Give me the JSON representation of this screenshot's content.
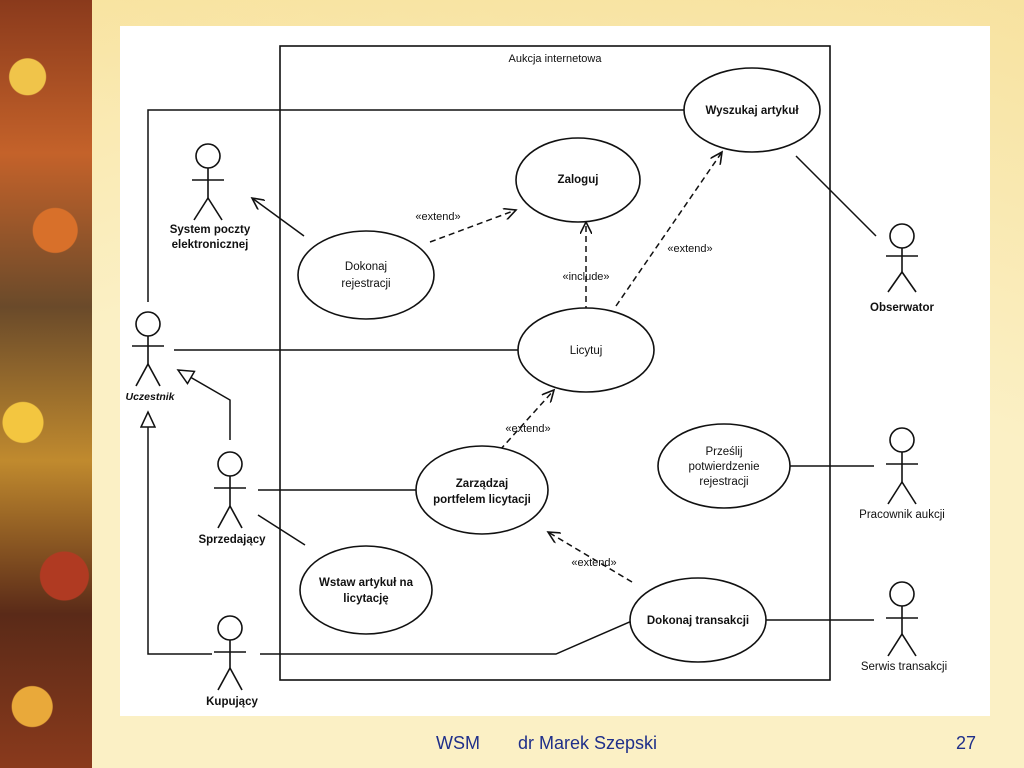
{
  "diagram": {
    "system_title": "Aukcja internetowa",
    "actors": {
      "email_system_line1": "System poczty",
      "email_system_line2": "elektronicznej",
      "participant": "Uczestnik",
      "seller": "Sprzedający",
      "buyer": "Kupujący",
      "observer": "Obserwator",
      "auction_worker": "Pracownik aukcji",
      "transaction_service": "Serwis transakcji"
    },
    "use_cases": {
      "search_line1": "Wyszukaj  artykuł",
      "login": "Zaloguj",
      "register_line1": "Dokonaj",
      "register_line2": "rejestracji",
      "bid": "Licytuj",
      "manage_line1": "Zarządzaj",
      "manage_line2": "portfelem licytacji",
      "confirm_line1": "Prześlij",
      "confirm_line2": "potwierdzenie",
      "confirm_line3": "rejestracji",
      "post_line1": "Wstaw artykuł na",
      "post_line2": "licytację",
      "transaction": "Dokonaj transakcji"
    },
    "relations": {
      "extend_register_login": "«extend»",
      "include_bid_login": "«include»",
      "extend_bid_search": "«extend»",
      "extend_manage_bid": "«extend»",
      "extend_transaction_manage": "«extend»"
    }
  },
  "footer": {
    "left": "WSM",
    "author": "dr Marek Szepski",
    "page": "27"
  }
}
